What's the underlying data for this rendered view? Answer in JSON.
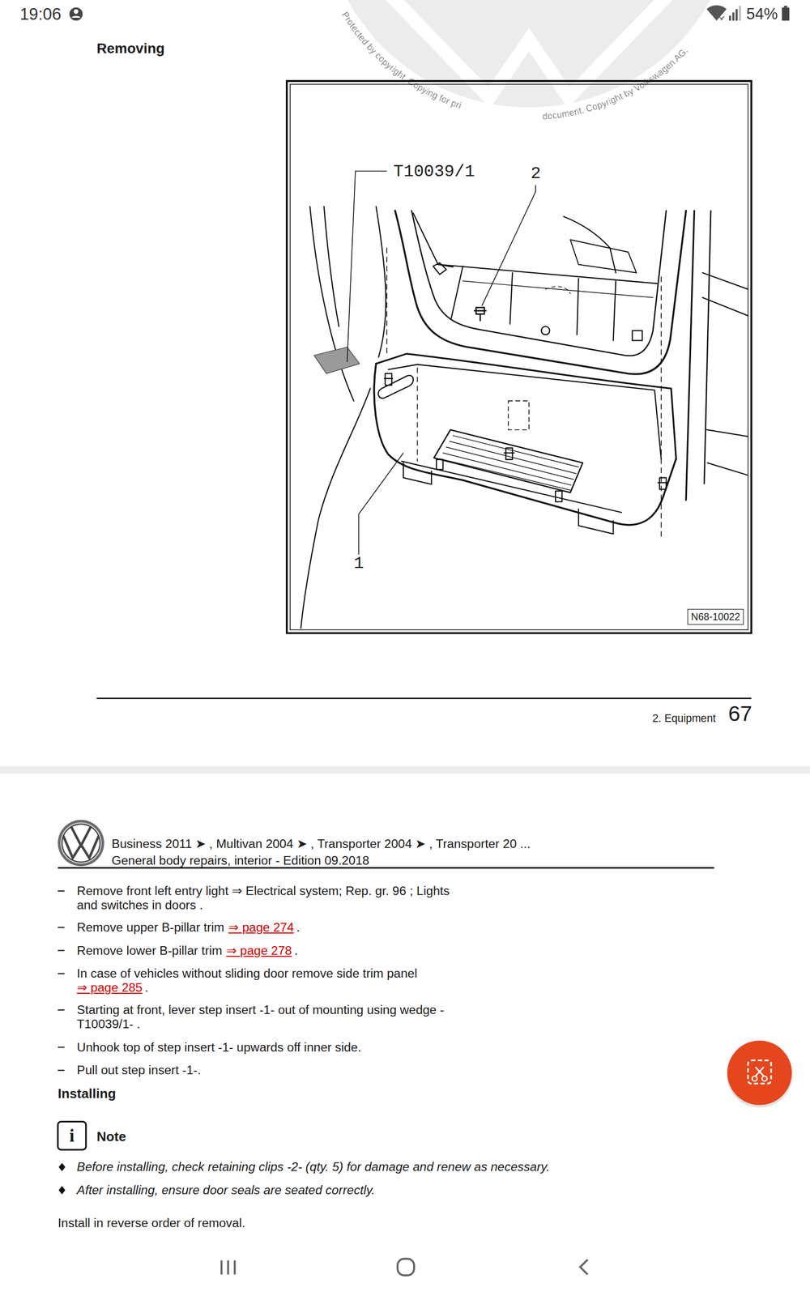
{
  "diagram": {
    "nodes": [
      {
        "text": [
          "N68-10022"
        ]
      }
    ],
    "labels": [
      "19:06",
      "54%",
      "Removing",
      "Protected by copyright. Copying for pri",
      "document. Copyright by Volkswagen AG.",
      "T10039/1",
      "2",
      "1",
      "2. Equipment",
      "67",
      "Business 2011 ➤ , Multivan 2004 ➤ , Transporter 2004 ➤ , Transporter 20 ...",
      "General body repairs, interior - Edition 09.2018",
      "Remove front left entry light ⇒ Electrical system; Rep. gr. 96 ; Lights and switches in doors .",
      "Remove upper B-pillar trim",
      "⇒ page 274",
      ".",
      "Remove lower B-pillar trim",
      "⇒ page 278",
      ".",
      "In case of vehicles without sliding door remove side trim panel",
      "⇒ page 285",
      ".",
      "Starting at front, lever step insert -1- out of mounting using wedge - T10039/1- .",
      "Unhook top of step insert -1- upwards off inner side.",
      "Pull out step insert -1-.",
      "Installing",
      "i",
      "Note",
      "Before installing, check retaining clips -2- (qty. 5) for damage and renew as necessary.",
      "After installing, ensure door seals are seated correctly.",
      "Install in reverse order of removal."
    ]
  }
}
